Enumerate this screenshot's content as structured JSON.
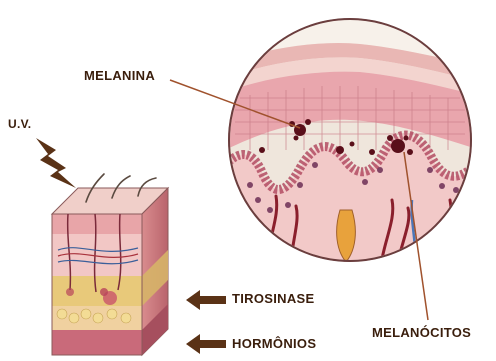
{
  "labels": {
    "melanina": "MELANINA",
    "uv": "U.V.",
    "tirosinase": "TIROSINASE",
    "hormonios": "HORMÔNIOS",
    "melanocitos": "MELANÓCITOS"
  },
  "colors": {
    "label_text": "#3a1e0c",
    "arrow_brown": "#5a3216",
    "pointer_line": "#a0522d",
    "skin_pink": "#e8a5a8",
    "skin_light": "#f2c7c5",
    "skin_dark_pink": "#c96a7a",
    "melanin_dark": "#5a0f1a",
    "fat_yellow": "#e8c97a",
    "hair_vessel_orange": "#e8a23c"
  },
  "icons": {
    "uv": "lightning-bolt-icon",
    "tirosinase": "left-arrow-icon",
    "hormonios": "left-arrow-icon"
  }
}
